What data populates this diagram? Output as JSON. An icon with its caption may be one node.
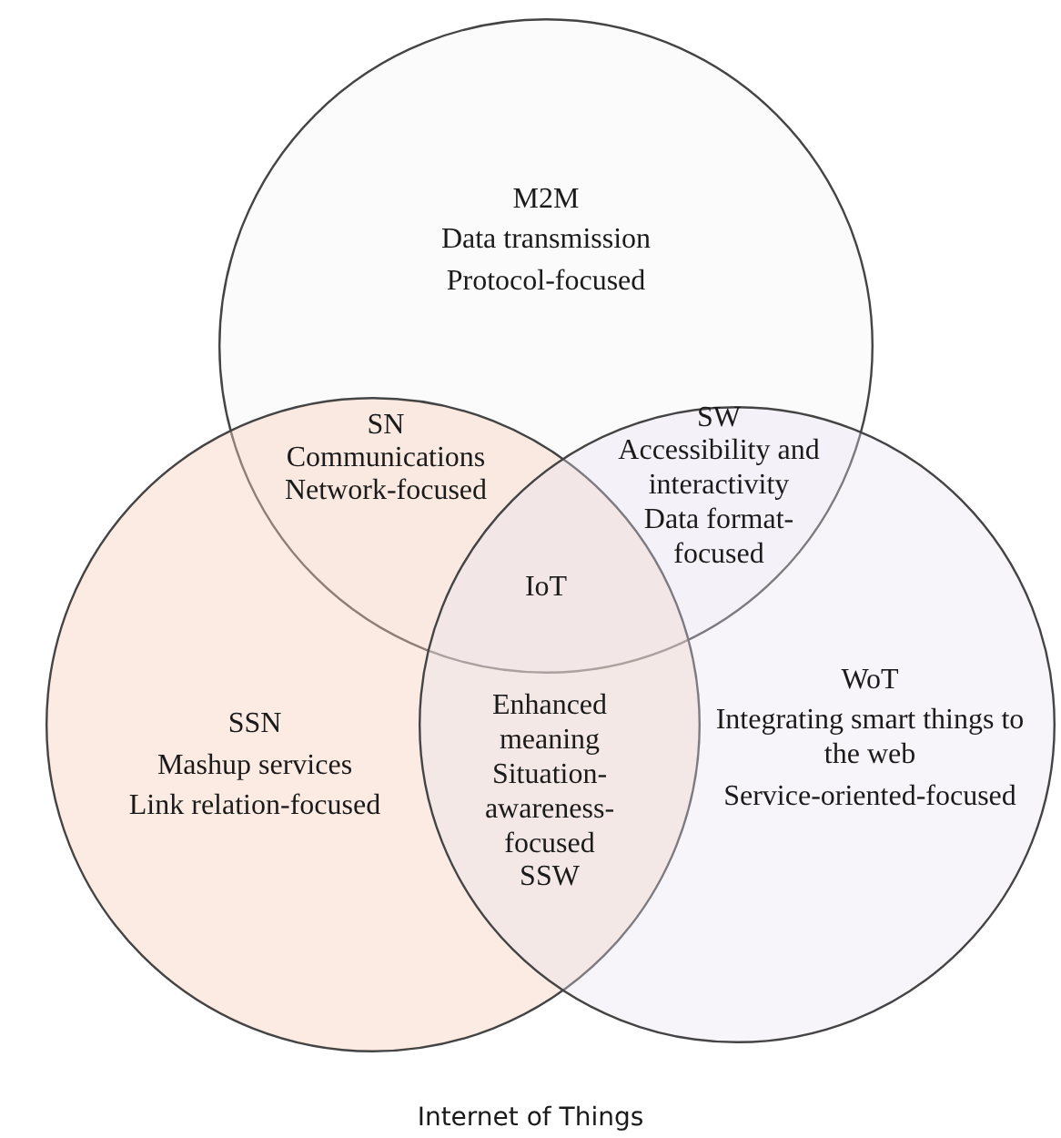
{
  "diagram": {
    "caption": "Internet of Things",
    "nodes": [
      {
        "text": [
          "M2M",
          "Data transmission",
          "Protocol-focused"
        ]
      },
      {
        "text": [
          "SSN",
          "Mashup services",
          "Link relation-focused"
        ]
      },
      {
        "text": [
          "WoT",
          "Integrating smart things to the web",
          "Service-oriented-focused"
        ]
      }
    ],
    "labels": [
      "SN",
      "Communications",
      "Network-focused",
      "SW",
      "Accessibility and interactivity",
      "Data format-focused",
      "IoT",
      "Enhanced meaning",
      "Situation-awareness-focused",
      "SSW"
    ]
  }
}
